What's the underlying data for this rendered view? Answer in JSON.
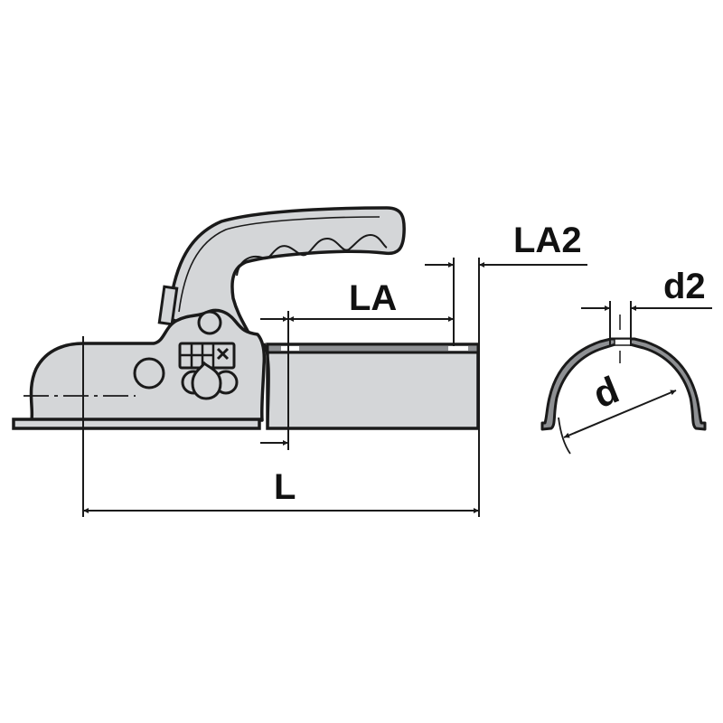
{
  "drawing": {
    "subject": "Trailer ball coupling with drawbar tube section",
    "colors": {
      "fill": "#d4d6d8",
      "tube_wall": "#8e9093",
      "stroke": "#1a1a1a",
      "background": "#ffffff"
    }
  },
  "dimensions": {
    "L": "L",
    "LA": "LA",
    "LA2": "LA2",
    "d": "d",
    "d2": "d2"
  }
}
